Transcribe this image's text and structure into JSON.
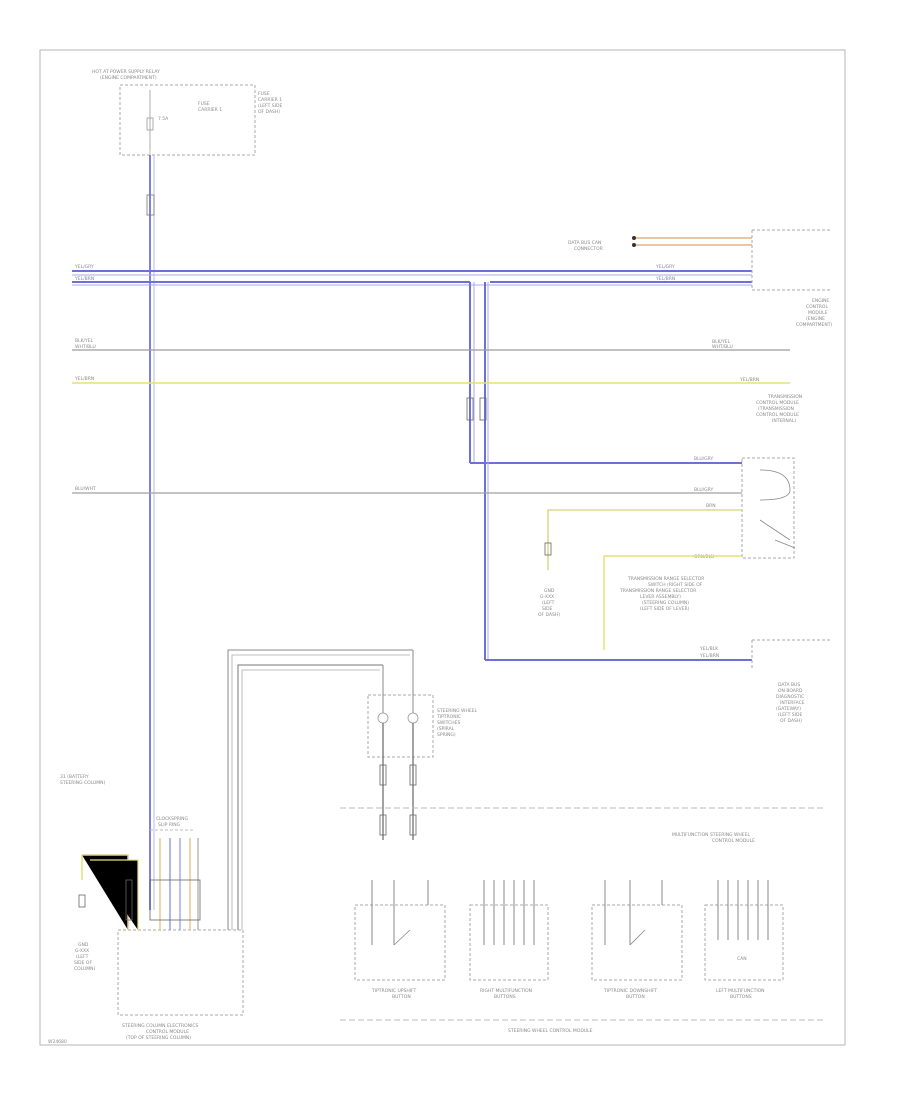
{
  "labels": {
    "top_module_title_1": "HOT AT POWER SUPPLY RELAY",
    "top_module_title_2": "(ENGINE COMPARTMENT)",
    "top_fuse_label": "FUSE",
    "top_fuse_value": "7.5A",
    "top_module_side_1": "FUSE",
    "top_module_side_2": "CARRIER 1",
    "top_module_side_3": "(LEFT SIDE",
    "top_module_side_4": "OF DASH)",
    "left_row1": "YEL/GRY",
    "left_row2": "YEL/BRN",
    "left_row3": "BLK/YEL",
    "left_row3b": "WHT/BLU",
    "left_row4": "YEL/BRN",
    "left_row5": "BLU/WHT",
    "right_row1": "YEL/GRY",
    "right_row2": "YEL/BRN",
    "right_row3": "BLK/YEL",
    "right_row3b": "WHT/BLU",
    "right_row4": "YEL/BRN",
    "right_row5": "BLU/GRY",
    "right_row6": "BLU/GRY",
    "right_row7": "BRN",
    "right_row8": "GRN/BLU",
    "right_row9": "YEL/BLK",
    "right_row10": "YEL/BRN",
    "data_bus_1": "DATA BUS CAN",
    "data_bus_2": "CONNECTOR",
    "engine_module_1": "ENGINE",
    "engine_module_2": "CONTROL",
    "engine_module_3": "MODULE",
    "engine_module_4": "(ENGINE",
    "engine_module_5": "COMPARTMENT)",
    "trans_module_1": "TRANSMISSION",
    "trans_module_2": "CONTROL MODULE",
    "trans_module_3": "(TRANSMISSION",
    "trans_module_4": "CONTROL MODULE",
    "trans_module_5": "INTERNAL)",
    "selector_1": "TRANSMISSION RANGE SELECTOR",
    "selector_2": "SWITCH (RIGHT SIDE OF",
    "selector_3": "TRANSMISSION RANGE SELECTOR",
    "selector_4": "LEVER ASSEMBLY)",
    "selector_5": "(STEERING COLUMN)",
    "selector_6": "(LEFT SIDE OF LEVER)",
    "ground_1": "GND",
    "ground_2": "G-XXX",
    "ground_3": "(LEFT",
    "ground_4": "SIDE",
    "ground_5": "OF DASH)",
    "gateway_1": "DATA BUS",
    "gateway_2": "ON BOARD",
    "gateway_3": "DIAGNOSTIC",
    "gateway_4": "INTERFACE",
    "gateway_5": "(GATEWAY)",
    "gateway_6": "(LEFT SIDE",
    "gateway_7": "OF DASH)",
    "paddle_1": "STEERING WHEEL",
    "paddle_2": "TIPTRONIC",
    "paddle_3": "SWITCHES",
    "paddle_4": "(SPIRAL",
    "paddle_5": "SPRING)",
    "clock_spring_1": "CLOCKSPRING",
    "clock_spring_2": "SLIP RING",
    "left_conn_1": "31 (BATTERY",
    "left_conn_2": "STEERING COLUMN)",
    "left_ground_1": "GND",
    "left_ground_2": "G-XXX",
    "left_ground_3": "(LEFT",
    "left_ground_4": "SIDE OF",
    "left_ground_5": "COLUMN)",
    "steering_module_1": "STEERING COLUMN ELECTRONICS",
    "steering_module_2": "CONTROL MODULE",
    "steering_module_3": "(TOP OF STEERING COLUMN)",
    "tiptronic_header_1": "MULTIFUNCTION STEERING WHEEL",
    "tiptronic_header_2": "CONTROL MODULE",
    "sw1_label_1": "TIPTRONIC UPSHIFT",
    "sw1_label_2": "BUTTON",
    "sw2_label_1": "RIGHT MULTIFUNCTION",
    "sw2_label_2": "BUTTONS",
    "sw3_label_1": "TIPTRONIC DOWNSHIFT",
    "sw3_label_2": "BUTTON",
    "sw4_label_1": "LEFT MULTIFUNCTION",
    "sw4_label_2": "BUTTONS",
    "sw4_inner": "CAN",
    "bottom_caption": "STEERING WHEEL CONTROL MODULE",
    "corner_code": "W24680"
  },
  "colors": {
    "wire_blue": "#6f6fd8",
    "wire_light_blue": "#9a9aee",
    "wire_yellow": "#e8e070",
    "wire_orange": "#e8b070",
    "wire_gray": "#9c9c9c",
    "wire_dark": "#555555",
    "label_gray": "#7a7a7a",
    "frame": "#b5b5b5"
  }
}
